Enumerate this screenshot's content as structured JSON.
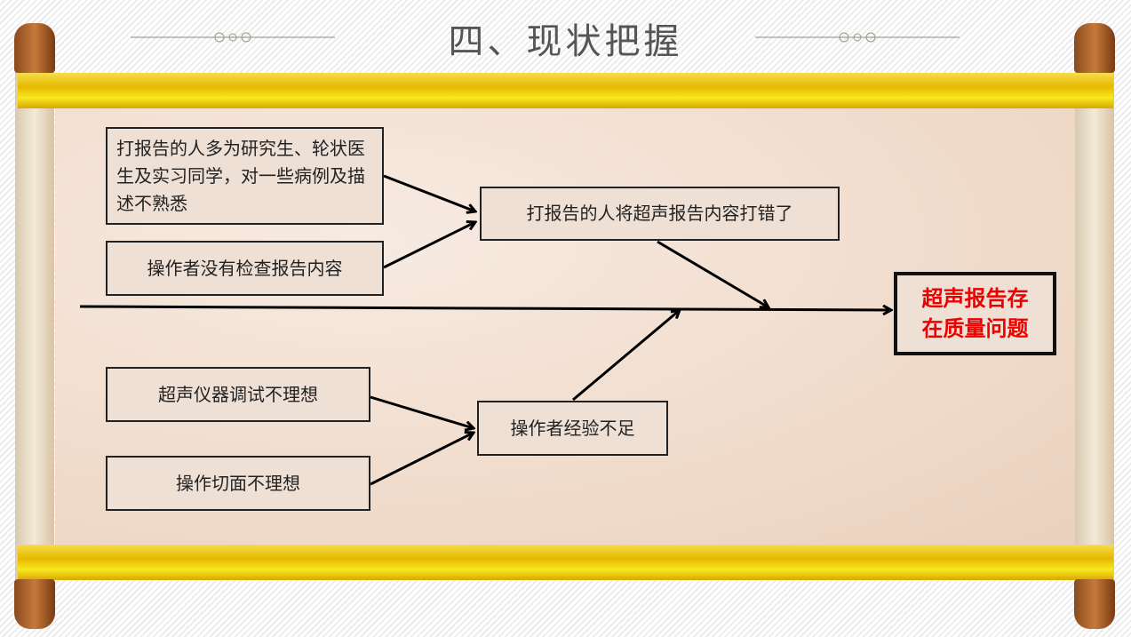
{
  "title": "四、现状把握",
  "diagram": {
    "causes": [
      "打报告的人多为研究生、轮状医生及实习同学，对一些病例及描述不熟悉",
      "操作者没有检查报告内容",
      "打报告的人将超声报告内容打错了",
      "超声仪器调试不理想",
      "操作切面不理想",
      "操作者经验不足"
    ],
    "effect": "超声报告存在质量问题"
  },
  "colors": {
    "effect_text": "#e00000",
    "band": "#e6b800"
  }
}
